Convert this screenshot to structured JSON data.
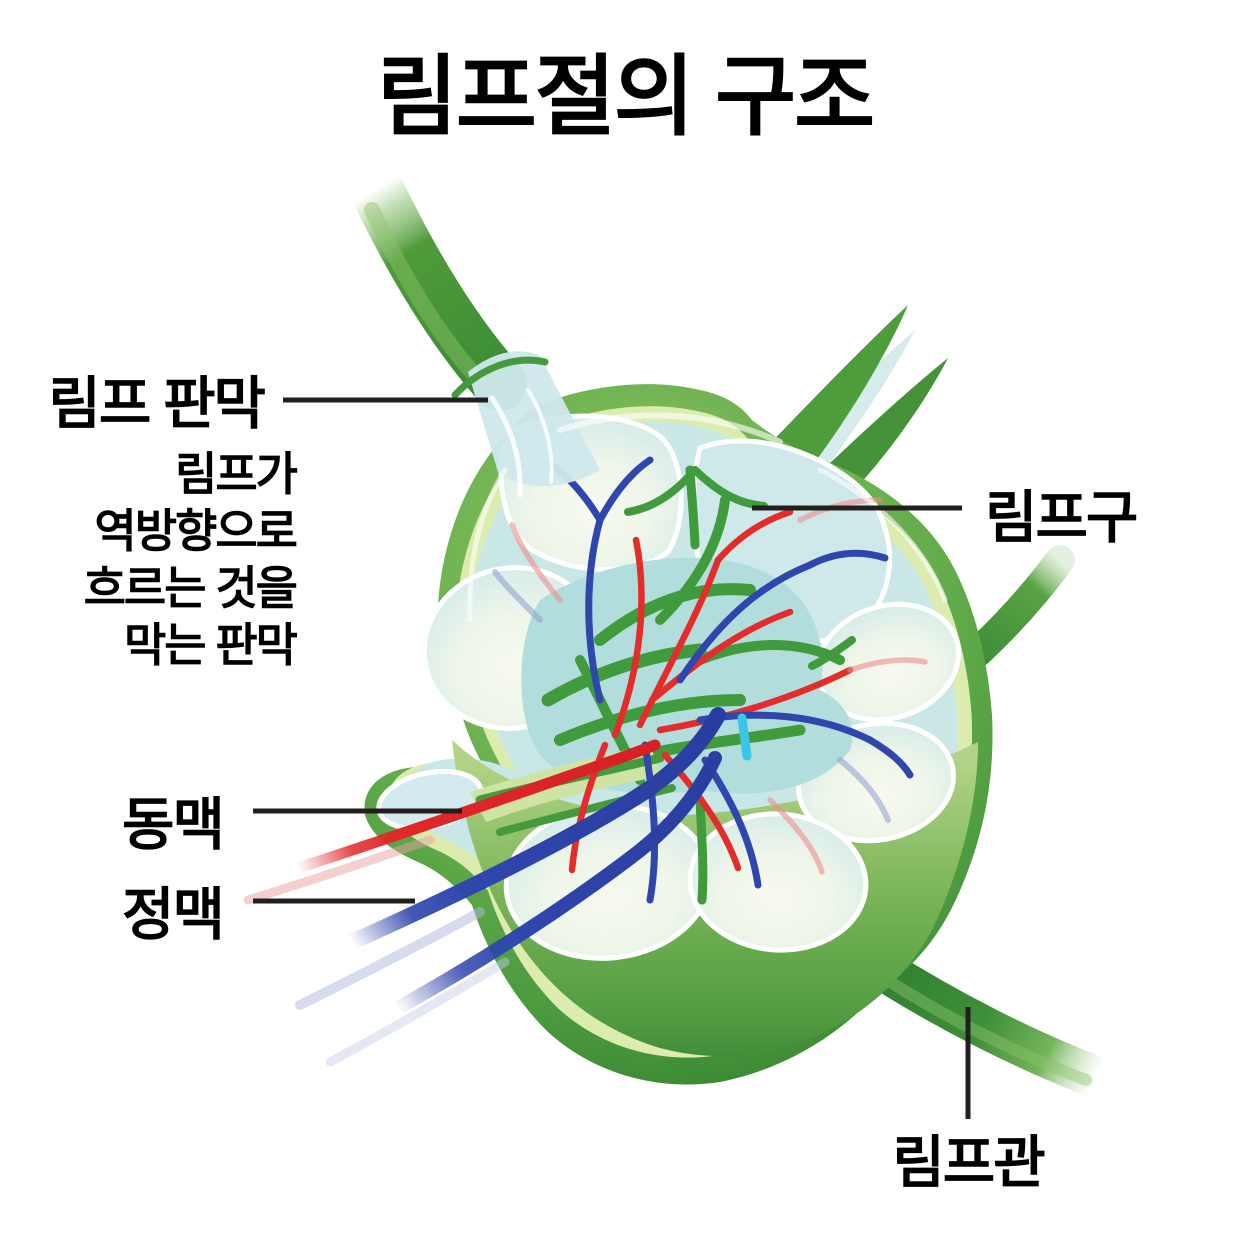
{
  "title": "림프절의 구조",
  "labels": {
    "lymph_valve": {
      "label": "림프 판막",
      "description_lines": [
        "림프가",
        "역방향으로",
        "흐르는 것을",
        "막는 판막"
      ]
    },
    "lymphocyte": {
      "label": "림프구"
    },
    "artery": {
      "label": "동맥"
    },
    "vein": {
      "label": "정맥"
    },
    "lymphatic_vessel": {
      "label": "림프관"
    }
  },
  "colors": {
    "capsule_green": "#4f9b3a",
    "capsule_dark_green": "#2f7f31",
    "trabecula_pale_yellow": "#dcecae",
    "sinus_pale_blue": "#cfe8ea",
    "medulla_teal": "#b2dddd",
    "follicle_cream": "#f7f9ec",
    "artery_red": "#e02828",
    "vein_blue": "#2f46ac",
    "leader_line_black": "#231f20",
    "background": "#ffffff",
    "text": "#000000"
  }
}
